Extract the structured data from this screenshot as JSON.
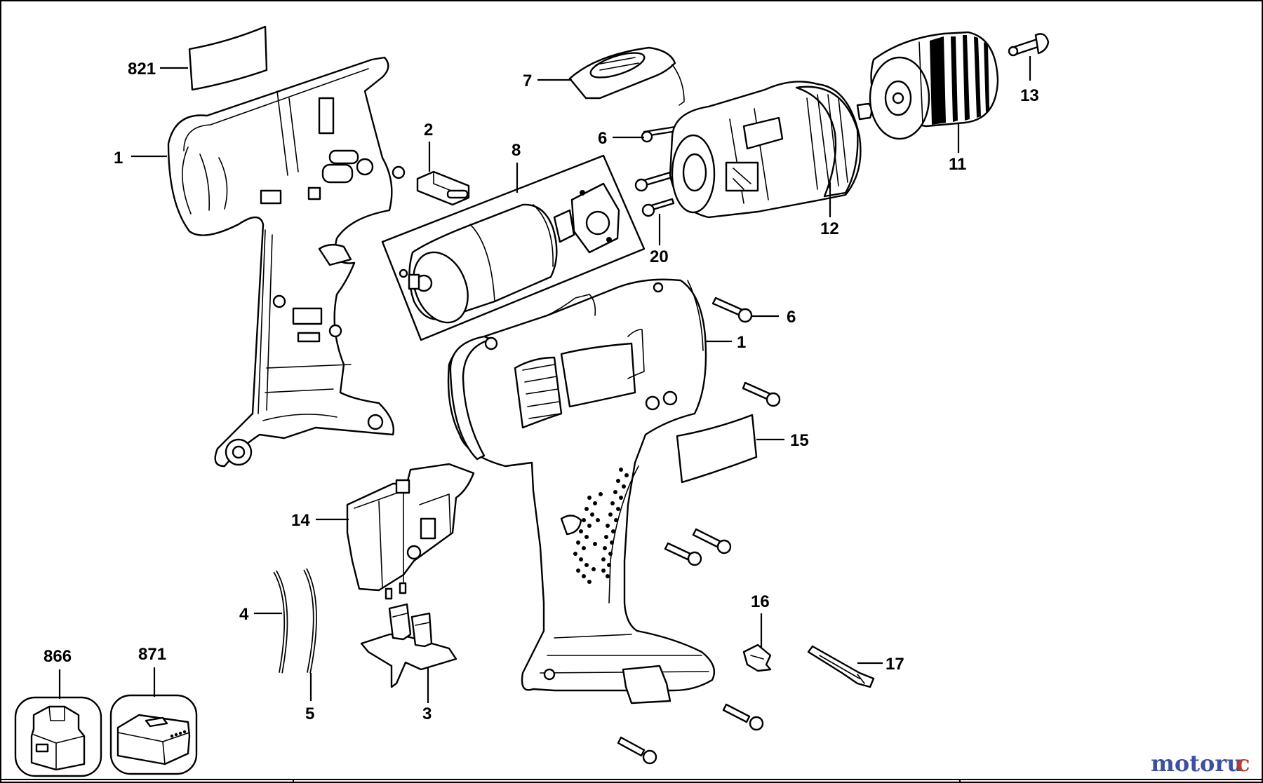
{
  "diagram": {
    "part_labels": [
      {
        "id": "821",
        "text": "821"
      },
      {
        "id": "1a",
        "text": "1"
      },
      {
        "id": "2",
        "text": "2"
      },
      {
        "id": "8",
        "text": "8"
      },
      {
        "id": "7",
        "text": "7"
      },
      {
        "id": "6a",
        "text": "6"
      },
      {
        "id": "20",
        "text": "20"
      },
      {
        "id": "12",
        "text": "12"
      },
      {
        "id": "11",
        "text": "11"
      },
      {
        "id": "13",
        "text": "13"
      },
      {
        "id": "6b",
        "text": "6"
      },
      {
        "id": "1b",
        "text": "1"
      },
      {
        "id": "15",
        "text": "15"
      },
      {
        "id": "14",
        "text": "14"
      },
      {
        "id": "16",
        "text": "16"
      },
      {
        "id": "17",
        "text": "17"
      },
      {
        "id": "4",
        "text": "4"
      },
      {
        "id": "5",
        "text": "5"
      },
      {
        "id": "3",
        "text": "3"
      },
      {
        "id": "866",
        "text": "866"
      },
      {
        "id": "871",
        "text": "871"
      }
    ]
  },
  "watermark": {
    "part1": "motoru",
    "part2": "c"
  },
  "colors": {
    "line": "#000000",
    "background": "#ffffff",
    "watermark_blue": "#3d4fa0",
    "watermark_red": "#c0392b"
  }
}
